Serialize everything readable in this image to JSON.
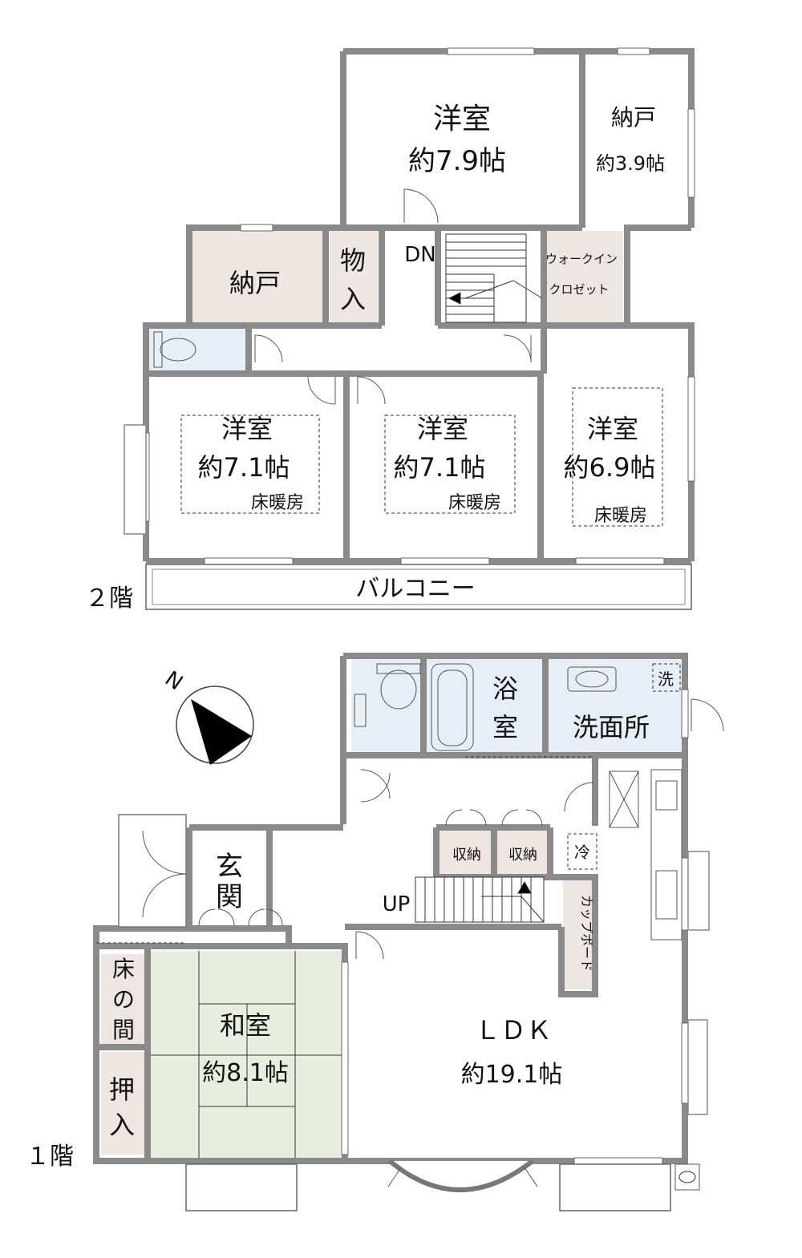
{
  "floors": {
    "second": "２階",
    "first": "１階"
  },
  "second_floor": {
    "bedroom_north": {
      "name": "洋室",
      "size": "約7.9帖"
    },
    "storage_north": {
      "name": "納戸",
      "size": "約3.9帖"
    },
    "storage_west": {
      "name": "納戸"
    },
    "closet": {
      "name_line1": "物",
      "name_line2": "入"
    },
    "walk_in": {
      "line1": "ウォークイン",
      "line2": "クロゼット"
    },
    "stair_label": "DN",
    "bedroom_a": {
      "name": "洋室",
      "size": "約7.1帖",
      "floor_heat": "床暖房"
    },
    "bedroom_b": {
      "name": "洋室",
      "size": "約7.1帖",
      "floor_heat": "床暖房"
    },
    "bedroom_c": {
      "name": "洋室",
      "size": "約6.9帖",
      "floor_heat": "床暖房"
    },
    "balcony": "バルコニー"
  },
  "first_floor": {
    "bath": {
      "line1": "浴",
      "line2": "室"
    },
    "washroom": "洗面所",
    "washer_mark": "洗",
    "fridge_mark": "冷",
    "entrance": {
      "line1": "玄",
      "line2": "関"
    },
    "storage1": "収納",
    "storage2": "収納",
    "stair_label": "UP",
    "cupboard": "カップボード",
    "tokonoma": {
      "line1": "床",
      "line2": "の",
      "line3": "間"
    },
    "oshiire": {
      "line1": "押",
      "line2": "入"
    },
    "washitsu": {
      "name": "和室",
      "size": "約8.1帖"
    },
    "ldk": {
      "name": "ＬＤＫ",
      "size": "約19.1帖"
    }
  },
  "compass": {
    "label": "N"
  },
  "colors": {
    "wall": "#8a8a8a",
    "storage_fill": "#efe6e1",
    "wet_fill": "#e6eef7",
    "tatami_fill": "#e6efdf",
    "room_fill": "#ffffff"
  }
}
